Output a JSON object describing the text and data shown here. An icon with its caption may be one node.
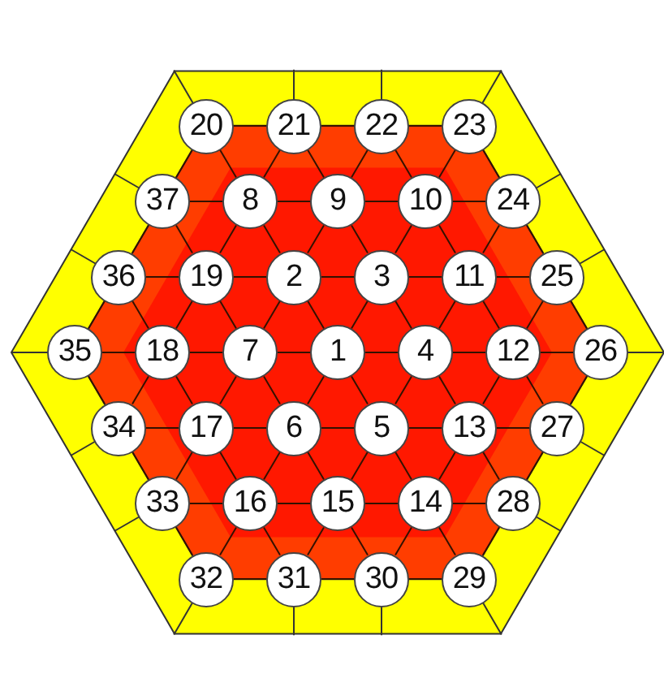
{
  "diagram": {
    "nodes": [
      {
        "text": [
          "1"
        ]
      },
      {
        "text": [
          "2"
        ]
      },
      {
        "text": [
          "3"
        ]
      },
      {
        "text": [
          "4"
        ]
      },
      {
        "text": [
          "5"
        ]
      },
      {
        "text": [
          "6"
        ]
      },
      {
        "text": [
          "7"
        ]
      },
      {
        "text": [
          "8"
        ]
      },
      {
        "text": [
          "9"
        ]
      },
      {
        "text": [
          "10"
        ]
      },
      {
        "text": [
          "11"
        ]
      },
      {
        "text": [
          "12"
        ]
      },
      {
        "text": [
          "13"
        ]
      },
      {
        "text": [
          "14"
        ]
      },
      {
        "text": [
          "15"
        ]
      },
      {
        "text": [
          "16"
        ]
      },
      {
        "text": [
          "17"
        ]
      },
      {
        "text": [
          "18"
        ]
      },
      {
        "text": [
          "19"
        ]
      },
      {
        "text": [
          "20"
        ]
      },
      {
        "text": [
          "21"
        ]
      },
      {
        "text": [
          "22"
        ]
      },
      {
        "text": [
          "23"
        ]
      },
      {
        "text": [
          "24"
        ]
      },
      {
        "text": [
          "25"
        ]
      },
      {
        "text": [
          "26"
        ]
      },
      {
        "text": [
          "27"
        ]
      },
      {
        "text": [
          "28"
        ]
      },
      {
        "text": [
          "29"
        ]
      },
      {
        "text": [
          "30"
        ]
      },
      {
        "text": [
          "31"
        ]
      },
      {
        "text": [
          "32"
        ]
      },
      {
        "text": [
          "33"
        ]
      },
      {
        "text": [
          "34"
        ]
      },
      {
        "text": [
          "35"
        ]
      },
      {
        "text": [
          "36"
        ]
      },
      {
        "text": [
          "37"
        ]
      }
    ],
    "edges": [
      {
        "from": 19,
        "to": 20,
        "arrow": "none"
      },
      {
        "from": 20,
        "to": 21,
        "arrow": "none"
      },
      {
        "from": 21,
        "to": 22,
        "arrow": "none"
      },
      {
        "from": 36,
        "to": 7,
        "arrow": "none"
      },
      {
        "from": 7,
        "to": 8,
        "arrow": "none"
      },
      {
        "from": 8,
        "to": 9,
        "arrow": "none"
      },
      {
        "from": 9,
        "to": 23,
        "arrow": "none"
      },
      {
        "from": 35,
        "to": 18,
        "arrow": "none"
      },
      {
        "from": 18,
        "to": 1,
        "arrow": "none"
      },
      {
        "from": 1,
        "to": 2,
        "arrow": "none"
      },
      {
        "from": 2,
        "to": 10,
        "arrow": "none"
      },
      {
        "from": 10,
        "to": 24,
        "arrow": "none"
      },
      {
        "from": 34,
        "to": 17,
        "arrow": "none"
      },
      {
        "from": 17,
        "to": 6,
        "arrow": "none"
      },
      {
        "from": 6,
        "to": 0,
        "arrow": "none"
      },
      {
        "from": 0,
        "to": 3,
        "arrow": "none"
      },
      {
        "from": 3,
        "to": 11,
        "arrow": "none"
      },
      {
        "from": 11,
        "to": 25,
        "arrow": "none"
      },
      {
        "from": 33,
        "to": 16,
        "arrow": "none"
      },
      {
        "from": 16,
        "to": 5,
        "arrow": "none"
      },
      {
        "from": 5,
        "to": 4,
        "arrow": "none"
      },
      {
        "from": 4,
        "to": 12,
        "arrow": "none"
      },
      {
        "from": 12,
        "to": 26,
        "arrow": "none"
      },
      {
        "from": 32,
        "to": 15,
        "arrow": "none"
      },
      {
        "from": 15,
        "to": 14,
        "arrow": "none"
      },
      {
        "from": 14,
        "to": 13,
        "arrow": "none"
      },
      {
        "from": 13,
        "to": 27,
        "arrow": "none"
      },
      {
        "from": 31,
        "to": 30,
        "arrow": "none"
      },
      {
        "from": 30,
        "to": 29,
        "arrow": "none"
      },
      {
        "from": 29,
        "to": 28,
        "arrow": "none"
      },
      {
        "from": 19,
        "to": 36,
        "arrow": "none"
      },
      {
        "from": 19,
        "to": 7,
        "arrow": "none"
      },
      {
        "from": 20,
        "to": 7,
        "arrow": "none"
      },
      {
        "from": 20,
        "to": 8,
        "arrow": "none"
      },
      {
        "from": 21,
        "to": 8,
        "arrow": "none"
      },
      {
        "from": 21,
        "to": 9,
        "arrow": "none"
      },
      {
        "from": 22,
        "to": 9,
        "arrow": "none"
      },
      {
        "from": 22,
        "to": 23,
        "arrow": "none"
      },
      {
        "from": 36,
        "to": 35,
        "arrow": "none"
      },
      {
        "from": 36,
        "to": 18,
        "arrow": "none"
      },
      {
        "from": 7,
        "to": 18,
        "arrow": "none"
      },
      {
        "from": 7,
        "to": 1,
        "arrow": "none"
      },
      {
        "from": 8,
        "to": 1,
        "arrow": "none"
      },
      {
        "from": 8,
        "to": 2,
        "arrow": "none"
      },
      {
        "from": 9,
        "to": 2,
        "arrow": "none"
      },
      {
        "from": 9,
        "to": 10,
        "arrow": "none"
      },
      {
        "from": 23,
        "to": 10,
        "arrow": "none"
      },
      {
        "from": 23,
        "to": 24,
        "arrow": "none"
      },
      {
        "from": 35,
        "to": 34,
        "arrow": "none"
      },
      {
        "from": 35,
        "to": 17,
        "arrow": "none"
      },
      {
        "from": 18,
        "to": 17,
        "arrow": "none"
      },
      {
        "from": 18,
        "to": 6,
        "arrow": "none"
      },
      {
        "from": 1,
        "to": 6,
        "arrow": "none"
      },
      {
        "from": 1,
        "to": 0,
        "arrow": "none"
      },
      {
        "from": 2,
        "to": 0,
        "arrow": "none"
      },
      {
        "from": 2,
        "to": 3,
        "arrow": "none"
      },
      {
        "from": 10,
        "to": 3,
        "arrow": "none"
      },
      {
        "from": 10,
        "to": 11,
        "arrow": "none"
      },
      {
        "from": 24,
        "to": 11,
        "arrow": "none"
      },
      {
        "from": 24,
        "to": 25,
        "arrow": "none"
      },
      {
        "from": 34,
        "to": 33,
        "arrow": "none"
      },
      {
        "from": 17,
        "to": 33,
        "arrow": "none"
      },
      {
        "from": 17,
        "to": 16,
        "arrow": "none"
      },
      {
        "from": 6,
        "to": 16,
        "arrow": "none"
      },
      {
        "from": 6,
        "to": 5,
        "arrow": "none"
      },
      {
        "from": 0,
        "to": 5,
        "arrow": "none"
      },
      {
        "from": 0,
        "to": 4,
        "arrow": "none"
      },
      {
        "from": 3,
        "to": 4,
        "arrow": "none"
      },
      {
        "from": 3,
        "to": 12,
        "arrow": "none"
      },
      {
        "from": 11,
        "to": 12,
        "arrow": "none"
      },
      {
        "from": 11,
        "to": 26,
        "arrow": "none"
      },
      {
        "from": 25,
        "to": 26,
        "arrow": "none"
      },
      {
        "from": 33,
        "to": 32,
        "arrow": "none"
      },
      {
        "from": 16,
        "to": 32,
        "arrow": "none"
      },
      {
        "from": 16,
        "to": 15,
        "arrow": "none"
      },
      {
        "from": 5,
        "to": 15,
        "arrow": "none"
      },
      {
        "from": 5,
        "to": 14,
        "arrow": "none"
      },
      {
        "from": 4,
        "to": 14,
        "arrow": "none"
      },
      {
        "from": 4,
        "to": 13,
        "arrow": "none"
      },
      {
        "from": 12,
        "to": 13,
        "arrow": "none"
      },
      {
        "from": 12,
        "to": 27,
        "arrow": "none"
      },
      {
        "from": 26,
        "to": 27,
        "arrow": "none"
      },
      {
        "from": 32,
        "to": 31,
        "arrow": "none"
      },
      {
        "from": 15,
        "to": 31,
        "arrow": "none"
      },
      {
        "from": 15,
        "to": 30,
        "arrow": "none"
      },
      {
        "from": 14,
        "to": 30,
        "arrow": "none"
      },
      {
        "from": 14,
        "to": 29,
        "arrow": "none"
      },
      {
        "from": 13,
        "to": 29,
        "arrow": "none"
      },
      {
        "from": 13,
        "to": 28,
        "arrow": "none"
      },
      {
        "from": 27,
        "to": 28,
        "arrow": "none"
      }
    ]
  }
}
